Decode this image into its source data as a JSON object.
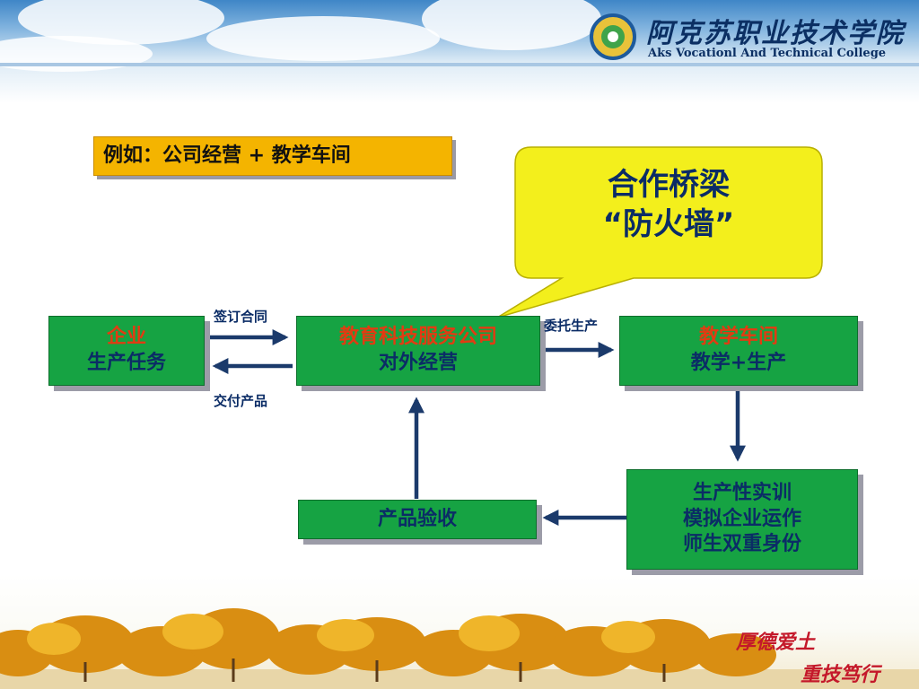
{
  "header": {
    "school_name": "阿克苏职业技术学院",
    "school_name_en": "Aks Vocationl And Technical College"
  },
  "note": "例如：公司经营 + 教学车间",
  "callout": {
    "line1": "合作桥梁",
    "line2": "“防火墙”"
  },
  "nodes": {
    "enterprise": {
      "title": "企业",
      "sub": "生产任务"
    },
    "company": {
      "title": "教育科技服务公司",
      "sub": "对外经营"
    },
    "workshop": {
      "title": "教学车间",
      "sub": "教学+生产"
    },
    "production": {
      "line1": "生产性实训",
      "line2": "模拟企业运作",
      "line3": "师生双重身份"
    },
    "acceptance": {
      "label": "产品验收"
    }
  },
  "edges": {
    "sign": "签订合同",
    "deliver": "交付产品",
    "entrust": "委托生产"
  },
  "motto": {
    "line1": "厚德爱土",
    "line2": "重技笃行"
  },
  "colors": {
    "box_green": "#16a343",
    "note_orange": "#f4b400",
    "callout_yellow": "#f3ef1c",
    "arrow_navy": "#1b3a6b",
    "title_red": "#e23b12",
    "text_navy": "#0b2c66",
    "motto_red": "#c4182a"
  }
}
